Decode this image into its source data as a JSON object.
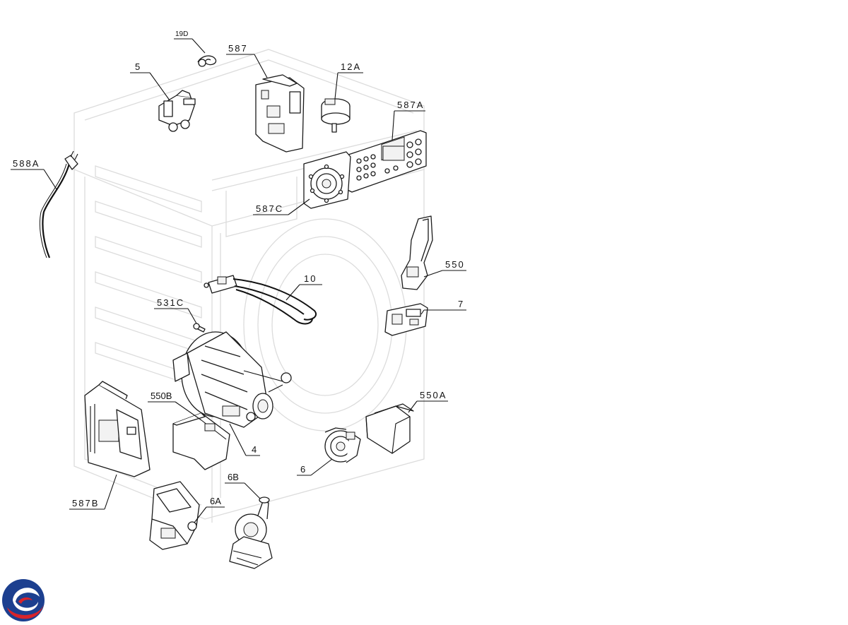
{
  "callouts": [
    {
      "id": "19D"
    },
    {
      "id": "587"
    },
    {
      "id": "5"
    },
    {
      "id": "12A"
    },
    {
      "id": "587A"
    },
    {
      "id": "588A"
    },
    {
      "id": "587C"
    },
    {
      "id": "550"
    },
    {
      "id": "10"
    },
    {
      "id": "7"
    },
    {
      "id": "531C"
    },
    {
      "id": "550A"
    },
    {
      "id": "550B"
    },
    {
      "id": "4"
    },
    {
      "id": "6"
    },
    {
      "id": "6B"
    },
    {
      "id": "6A"
    },
    {
      "id": "587B"
    }
  ],
  "logo": {
    "name": "brand-logo",
    "colors": [
      "#1c3f8f",
      "#d8232a"
    ]
  }
}
